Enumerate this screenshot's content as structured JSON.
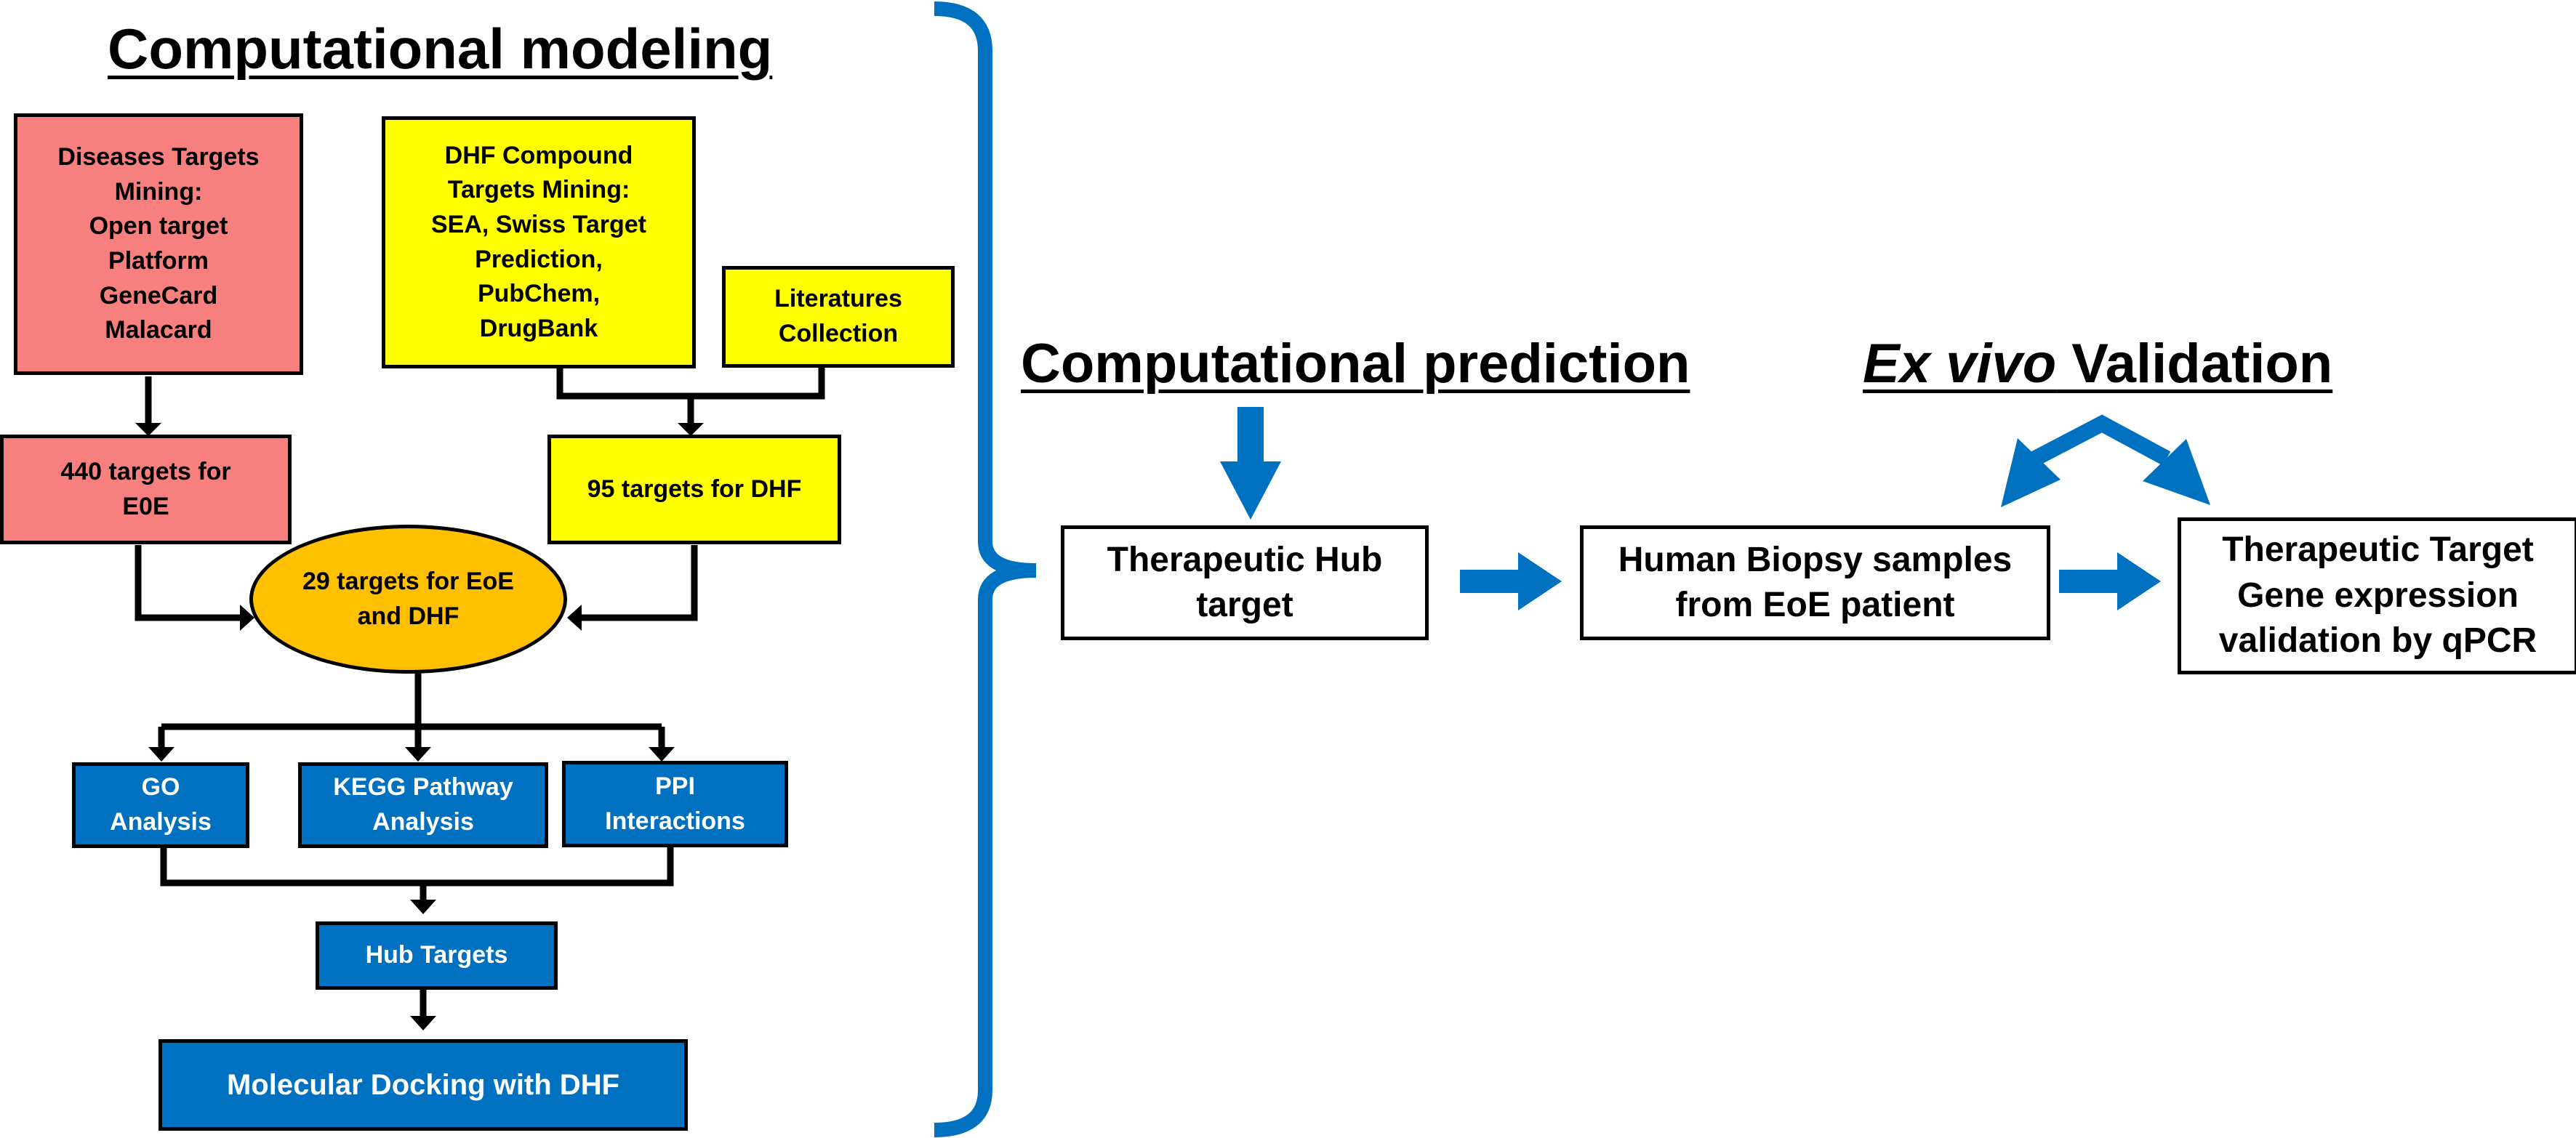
{
  "headings": {
    "computational_modeling": "Computational modeling",
    "computational_prediction": "Computational prediction",
    "ex_vivo_italic": "Ex vivo",
    "validation": " Validation"
  },
  "modeling": {
    "diseases_targets": "Diseases Targets\nMining:\nOpen target\nPlatform\nGeneCard\nMalacard",
    "dhf_compound_targets": "DHF Compound\nTargets Mining:\nSEA, Swiss Target\nPrediction,\nPubChem,\nDrugBank",
    "literatures": "Literatures\nCollection",
    "targets_e0e": "440 targets for\nE0E",
    "targets_dhf": "95 targets for DHF",
    "shared_targets": "29 targets for EoE\nand DHF",
    "go_analysis": "GO\nAnalysis",
    "kegg_analysis": "KEGG Pathway\nAnalysis",
    "ppi_interactions": "PPI\nInteractions",
    "hub_targets": "Hub Targets",
    "molecular_docking": "Molecular Docking with DHF"
  },
  "pipeline": {
    "therapeutic_hub": "Therapeutic Hub\ntarget",
    "human_biopsy": "Human Biopsy samples\nfrom EoE patient",
    "qpcr_validation": "Therapeutic Target\nGene expression\nvalidation by qPCR"
  },
  "colors": {
    "pink": "#f77f7d",
    "yellow": "#ffff00",
    "orange": "#ffc000",
    "blue": "#0070c0",
    "connector": "#000000"
  }
}
